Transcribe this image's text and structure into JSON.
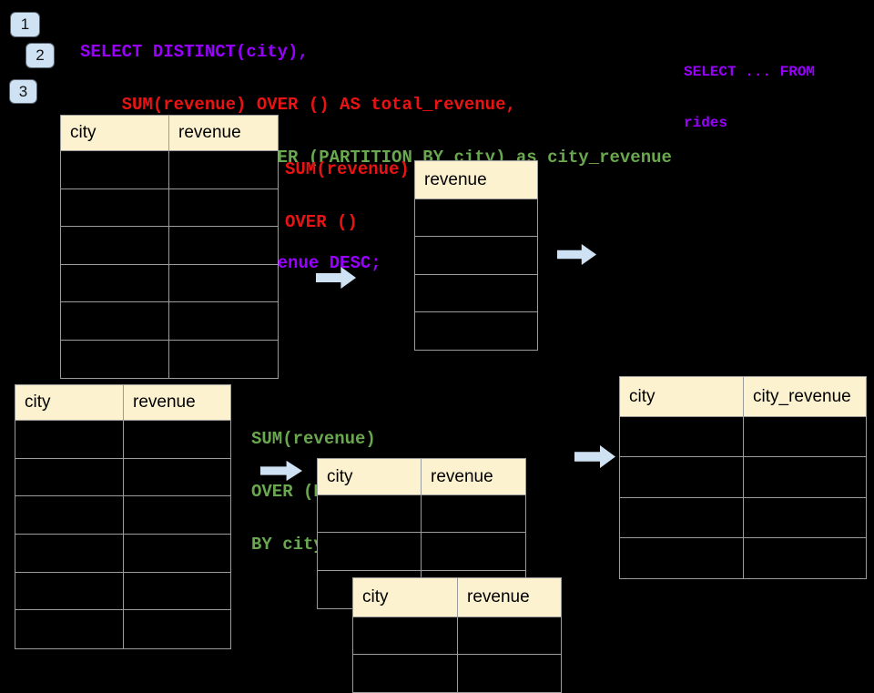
{
  "colors": {
    "background": "#000000",
    "purple": "#9900ff",
    "red": "#ea1313",
    "green": "#6aa84f",
    "badge_blue": "#cfe2f3",
    "arrow_blue": "#cfe2f3",
    "table_header_cream": "#fdf2d0",
    "grid_gray": "#9c9c9c"
  },
  "badges": [
    {
      "label": "1"
    },
    {
      "label": "2"
    },
    {
      "label": "3"
    }
  ],
  "sql_code": {
    "lines": [
      {
        "text": "SELECT DISTINCT(city),",
        "color": "purple"
      },
      {
        "text": "    SUM(revenue) OVER () AS total_revenue,",
        "color": "red"
      },
      {
        "text": "    SUM(revenue) OVER (PARTITION BY city) as city_revenue",
        "color": "green"
      },
      {
        "text": "  FROM rides",
        "color": "purple"
      },
      {
        "text": "  ORDER by city_revenue DESC;",
        "color": "purple"
      }
    ]
  },
  "side_note": {
    "line1": "SELECT ... FROM",
    "line2": "rides",
    "color": "purple"
  },
  "annotations": {
    "total_window": {
      "line1": "SUM(revenue)",
      "line2": "OVER ()",
      "color": "red"
    },
    "partition_window": {
      "line1": "SUM(revenue)",
      "line2": "OVER (PARTITION",
      "line3": "BY city)",
      "color": "green"
    }
  },
  "tables": {
    "source_top": {
      "columns": [
        "city",
        "revenue"
      ],
      "row_count": 6
    },
    "total_result": {
      "columns": [
        "revenue"
      ],
      "row_count": 4
    },
    "source_bottom": {
      "columns": [
        "city",
        "revenue"
      ],
      "row_count": 6
    },
    "partition_group_a": {
      "columns": [
        "city",
        "revenue"
      ],
      "row_count": 3
    },
    "partition_group_b": {
      "columns": [
        "city",
        "revenue"
      ],
      "row_count": 2
    },
    "partition_result": {
      "columns": [
        "city",
        "city_revenue"
      ],
      "row_count": 4
    }
  },
  "arrows": {
    "glyph": "→",
    "color": "#cfe2f3",
    "count": 4
  }
}
